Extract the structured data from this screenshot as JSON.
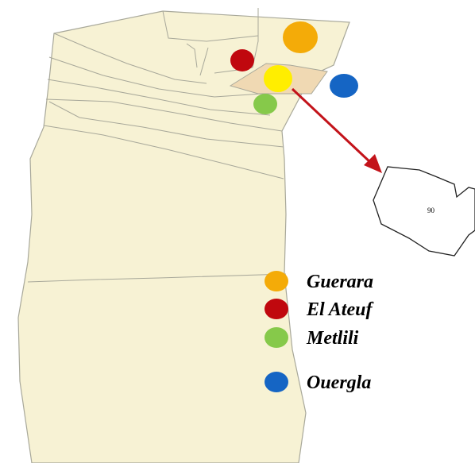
{
  "colors": {
    "land": "#f7f2d4",
    "border": "#a8a89a",
    "study_area": "#f0d9b3",
    "arrow": "#c3131a",
    "inset_stroke": "#222222"
  },
  "markers": [
    {
      "name": "Guerara",
      "color": "#f4ab08"
    },
    {
      "name": "El Ateuf",
      "color": "#c0080e"
    },
    {
      "name": "Metlili",
      "color": "#86c94a"
    },
    {
      "name": "Ouergla",
      "color": "#1565c4"
    },
    {
      "name": "",
      "color": "#ffee00"
    }
  ],
  "legend": {
    "items": [
      {
        "label": "Guerara",
        "color": "#f4ab08"
      },
      {
        "label": "El Ateuf",
        "color": "#c0080e"
      },
      {
        "label": "Metlili",
        "color": "#86c94a"
      },
      {
        "label": "Ouergla",
        "color": "#1565c4"
      }
    ]
  },
  "inset": {
    "label": "90"
  }
}
